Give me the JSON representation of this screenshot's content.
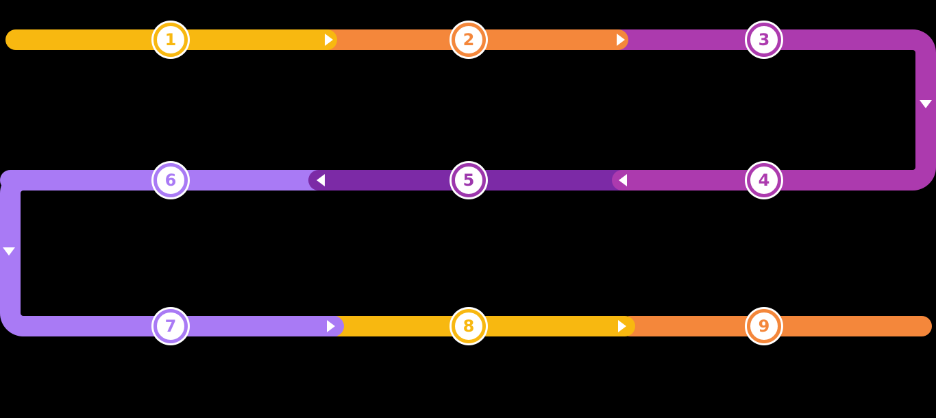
{
  "diagram": {
    "type": "process-timeline-snake",
    "background": "#000000",
    "row_flow_directions": [
      "left-to-right",
      "right-to-left",
      "left-to-right"
    ],
    "colors": {
      "background": "#000000",
      "yellow": "#F8B810",
      "orange": "#F4873B",
      "magenta": "#AC3AAE",
      "darkPurple": "#7C2AA6",
      "lightPurple": "#A97AF5",
      "step5Accent": "#9C36AC",
      "nodeFill": "#FFFFFF",
      "arrow": "#FFFFFF"
    },
    "icons": {
      "flow-arrow-right": "triangle-right",
      "flow-arrow-left": "triangle-left",
      "flow-arrow-down": "triangle-down"
    },
    "steps": [
      {
        "number": "1",
        "row": 1,
        "color": "yellow"
      },
      {
        "number": "2",
        "row": 1,
        "color": "orange"
      },
      {
        "number": "3",
        "row": 1,
        "color": "magenta"
      },
      {
        "number": "4",
        "row": 2,
        "color": "magenta"
      },
      {
        "number": "5",
        "row": 2,
        "color": "step5Accent"
      },
      {
        "number": "6",
        "row": 2,
        "color": "lightPurple"
      },
      {
        "number": "7",
        "row": 3,
        "color": "lightPurple"
      },
      {
        "number": "8",
        "row": 3,
        "color": "yellow"
      },
      {
        "number": "9",
        "row": 3,
        "color": "orange"
      }
    ],
    "connectors": [
      {
        "side": "right",
        "color": "magenta",
        "arrow": "down"
      },
      {
        "side": "left",
        "color": "lightPurple",
        "arrow": "down"
      }
    ]
  }
}
